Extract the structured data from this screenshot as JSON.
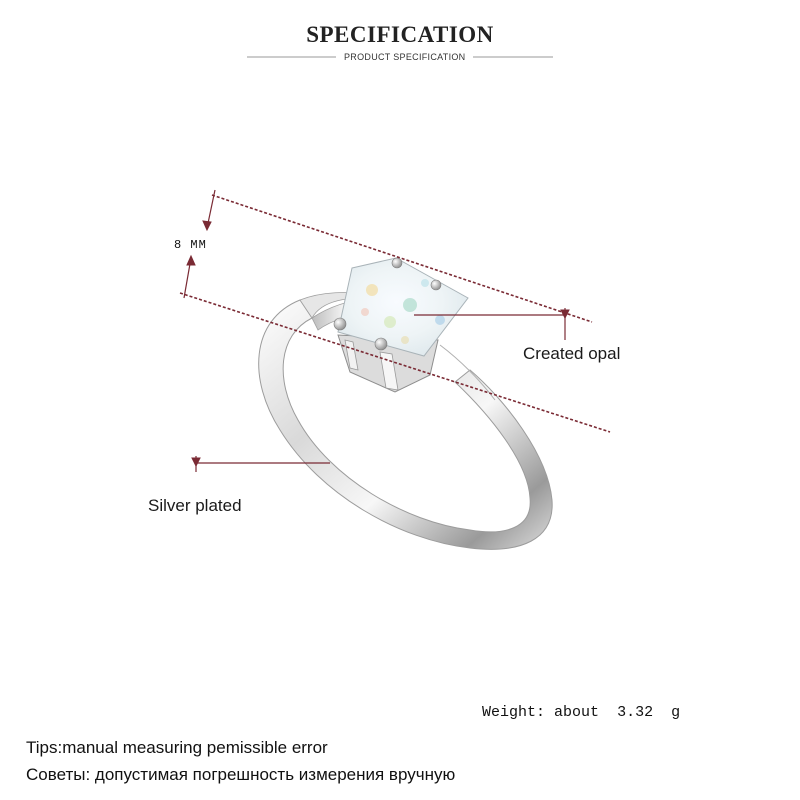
{
  "header": {
    "title": "SPECIFICATION",
    "subtitle": "PRODUCT SPECIFICATION"
  },
  "annotations": {
    "size": "8 MM",
    "stone": "Created opal",
    "metal": "Silver plated"
  },
  "specs": {
    "weight_label": "Weight:",
    "weight_prefix": "about",
    "weight_value": "3.32",
    "weight_unit": "g"
  },
  "notes": {
    "tips_en": "Tips:manual measuring pemissible error",
    "tips_ru": "Советы: допустимая погрешность измерения вручную"
  },
  "colors": {
    "guide_line": "#7a2a34",
    "text": "#111111",
    "metal_light": "#f4f4f4",
    "metal_dark": "#8f8f8f"
  }
}
